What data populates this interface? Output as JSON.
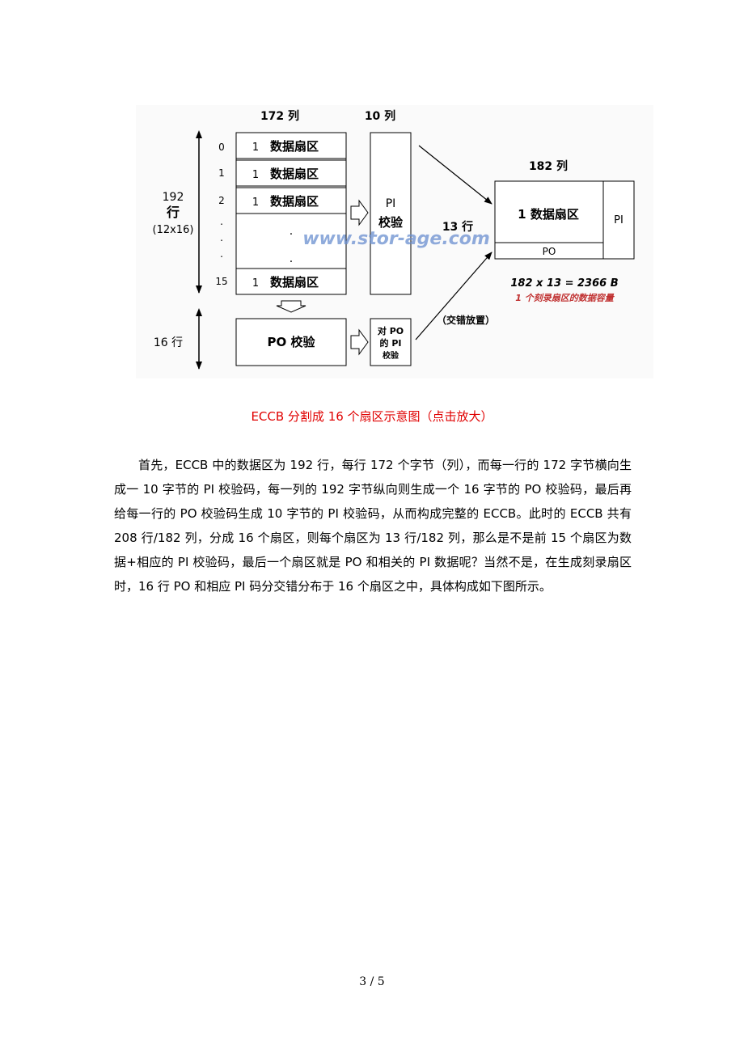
{
  "diagram": {
    "col172_label": "172 列",
    "col10_label": "10 列",
    "col182_label": "182 列",
    "row192_num": "192",
    "row192_char": "行",
    "row192_sub": "(12x16)",
    "row16_label": "16 行",
    "row13_label": "13 行",
    "row_indices": [
      "0",
      "1",
      "2",
      "15"
    ],
    "sector_label_num": "1",
    "sector_label_text": "数据扇区",
    "vertical_dots": ".",
    "po_check_label": "PO 校验",
    "pi_block_line1": "PI",
    "pi_block_line2": "校验",
    "pipo_line1": "对 PO",
    "pipo_line2": "的 PI",
    "pipo_line3": "校验",
    "interleave_label": "（交错放置）",
    "result_sector_text": "1  数据扇区",
    "result_pi": "PI",
    "result_po": "PO",
    "formula": "182 x 13 = 2366 B",
    "capacity_note": "1 个刻录扇区的数据容量",
    "watermark": "www.stor-age.com"
  },
  "caption": "ECCB 分割成 16 个扇区示意图（点击放大）",
  "paragraph": "首先，ECCB 中的数据区为 192 行，每行 172 个字节（列），而每一行的 172 字节横向生成一 10 字节的 PI 校验码，每一列的 192 字节纵向则生成一个 16 字节的 PO 校验码，最后再给每一行的 PO 校验码生成 10 字节的 PI 校验码，从而构成完整的 ECCB。此时的 ECCB 共有 208 行/182 列，分成 16 个扇区，则每个扇区为 13 行/182 列，那么是不是前 15 个扇区为数据+相应的 PI 校验码，最后一个扇区就是 PO 和相关的 PI 数据呢？当然不是，在生成刻录扇区时，16 行 PO 和相应 PI 码分交错分布于 16 个扇区之中，具体构成如下图所示。",
  "footer": "3 / 5",
  "colors": {
    "caption": "#e00000",
    "capacity_note": "#c03030",
    "watermark": "#6a8fd0"
  }
}
